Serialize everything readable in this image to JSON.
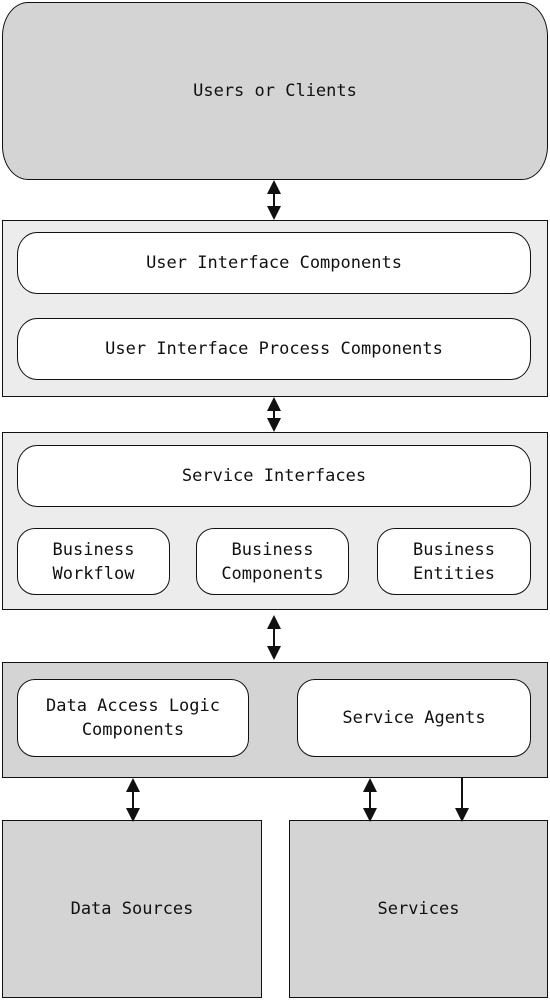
{
  "diagram": {
    "users": {
      "label": "Users or Clients"
    },
    "presentation": {
      "ui_components": "User Interface Components",
      "ui_process_components": "User Interface Process Components"
    },
    "business": {
      "service_interfaces": "Service Interfaces",
      "workflow": "Business\nWorkflow",
      "components": "Business\nComponents",
      "entities": "Business\nEntities"
    },
    "data": {
      "data_access": "Data Access Logic\nComponents",
      "service_agents": "Service Agents"
    },
    "data_sources": {
      "label": "Data Sources"
    },
    "services": {
      "label": "Services"
    },
    "colors": {
      "fill_dark": "#d4d4d4",
      "fill_light": "#ececec",
      "stroke": "#111111"
    }
  }
}
